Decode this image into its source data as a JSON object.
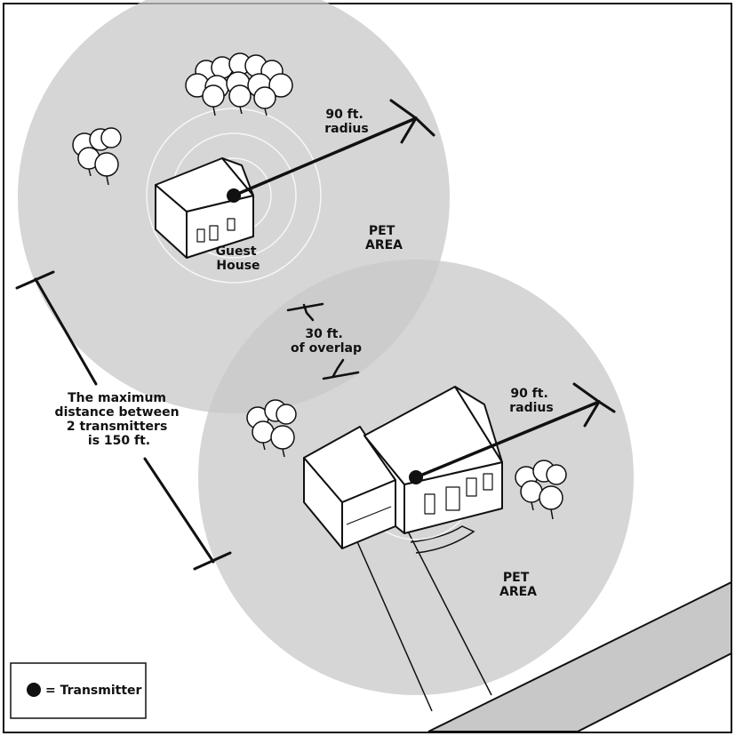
{
  "transmitter_radius_top": [
    "90 ft.",
    "radius"
  ],
  "transmitter_radius_bottom": [
    "90 ft.",
    "radius"
  ],
  "guest_house_label": [
    "Guest",
    "House"
  ],
  "pet_area_top": [
    "PET",
    "AREA"
  ],
  "pet_area_bottom": [
    "PET",
    "AREA"
  ],
  "overlap_label": [
    "30 ft.",
    "of overlap"
  ],
  "max_distance_label": [
    "The maximum",
    "distance between",
    "2 transmitters",
    "is 150 ft."
  ],
  "legend": {
    "text": "= Transmitter"
  },
  "colors": {
    "zone_fill": "#c8c8c8",
    "line": "#111111",
    "background": "#ffffff"
  }
}
